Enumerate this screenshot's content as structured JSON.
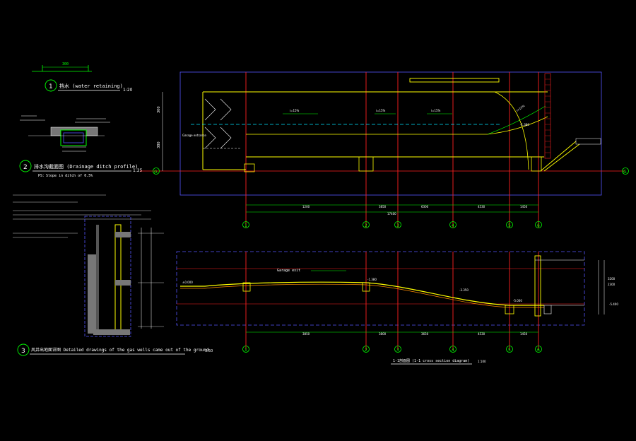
{
  "colors": {
    "background": "#000000",
    "green": "#00ff00",
    "red": "#ff2020",
    "yellow": "#ffff00",
    "white": "#ffffff",
    "blue": "#5555ff",
    "cyan": "#00e5ff",
    "magenta": "#ff40ff",
    "orange": "#ff8c00"
  },
  "detail_1": {
    "num": "1",
    "title": "挡水 (water retaining)",
    "scale": "1:20",
    "dim": "300"
  },
  "detail_2": {
    "num": "2",
    "title": "排水沟截面图 (Drainage ditch profile)",
    "scale": "1:25",
    "note": "PS：Slope in ditch of 0.5%"
  },
  "detail_3": {
    "num": "3",
    "title": "风井出地面详图 Detailed drawings of the gas wells came out of the ground",
    "scale": "1:50"
  },
  "section_title": {
    "title": "1-1剖面图 (1-1 cross section diagram)",
    "scale": "1:100"
  },
  "plan": {
    "axis_g": "G",
    "top_dims": [
      "300",
      "380"
    ],
    "labels": [
      "Garage entrance",
      "i=15%",
      "i=15%",
      "i=15%",
      "i=15%",
      "-1.380"
    ],
    "bottom_dims": [
      "1200",
      "3850",
      "6300",
      "4530",
      "1450"
    ],
    "total_dim": "17400",
    "axes": [
      "1",
      "2",
      "3",
      "4",
      "5",
      "6"
    ]
  },
  "section": {
    "labels": [
      "Garage exit",
      "±0.000",
      "-1.380",
      "-3.350",
      "-5.000"
    ],
    "right_dims": [
      "2300",
      "3200",
      "-5.400"
    ],
    "bottom_dims": [
      "3850",
      "3800",
      "3650",
      "4530",
      "1450"
    ],
    "axes": [
      "1",
      "2",
      "3",
      "4",
      "5",
      "6"
    ]
  }
}
